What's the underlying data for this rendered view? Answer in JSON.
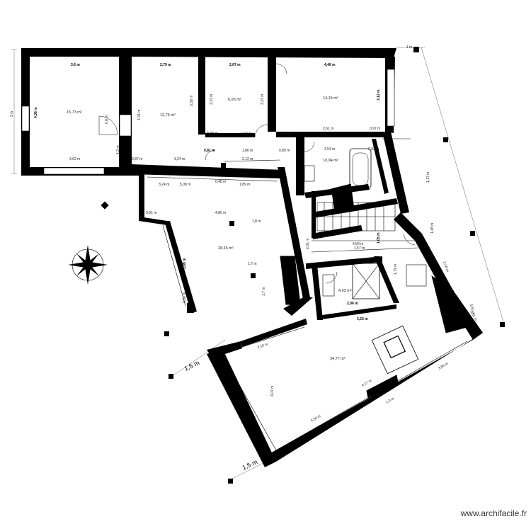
{
  "watermark": "www.archifacile.fr",
  "colors": {
    "wall": "#000000",
    "background": "#ffffff",
    "dimension": "#666666"
  },
  "icons": [
    "compass-rose-icon",
    "door-swing-icon",
    "stair-icon",
    "bathtub-icon",
    "shower-icon",
    "sink-icon",
    "cooktop-icon"
  ],
  "rooms": [
    {
      "id": "room1",
      "area": "15,73 m²"
    },
    {
      "id": "room2",
      "area": "12,75 m²"
    },
    {
      "id": "room3",
      "area": "6,93 m²"
    },
    {
      "id": "room4",
      "area": "14,15 m²"
    },
    {
      "id": "bath",
      "area": "10,94 m²"
    },
    {
      "id": "living",
      "area": "28,65 m²"
    },
    {
      "id": "shower",
      "area": "4,63 m²"
    },
    {
      "id": "kitchen",
      "area": "34,77 m²"
    }
  ],
  "top_dims": [
    "3.6 m",
    "2,79 m",
    "2,67 m",
    "4,46 m"
  ],
  "dims": [
    "4,36 m",
    "3 m",
    "0,8 m",
    "4,31 m",
    "3,39 m",
    "3,33 m",
    "3,12 m",
    "3,33 m",
    "0,77 m",
    "1,92 m",
    "0,89 m",
    "2,61 m",
    "0,97 m",
    "3,62 m",
    "1,2 m",
    "0,37 m",
    "3,24 m",
    "0,81 m",
    "1,86 m",
    "0,89 m",
    "2,12 m",
    "2,54 m",
    "0,92 m",
    "3,24 m",
    "5,08 m",
    "0,48 m",
    "1,89 m",
    "0,91 m",
    "4,86 m",
    "1,8 m",
    "28,65 m²",
    "3,89 m",
    "1,7 m",
    "1,7 m",
    "0,66 m",
    "4,63 m²",
    "2,06 m",
    "3,23 m",
    "3,13 m",
    "4,07 m",
    "6,17 m",
    "4,54 m",
    "3,51 m",
    "3,84 m",
    "1,3 m",
    "1,5 m",
    "1,5 m",
    "1 m",
    "1,05 m",
    "1,05 m",
    "1,57 m",
    "4,59 m",
    "2,01 m",
    "1,79 m",
    "1,48 m",
    "3,18 m",
    "5,51 m",
    "1,17 m"
  ]
}
